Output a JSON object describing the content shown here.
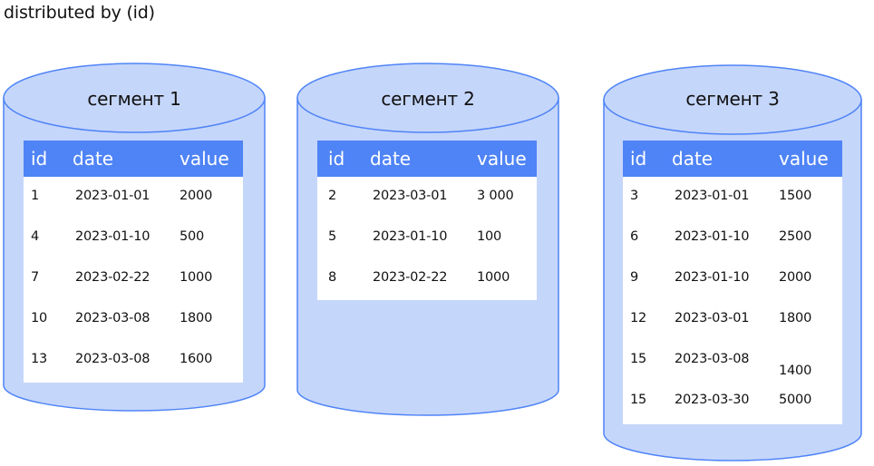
{
  "caption": "distributed by (id)",
  "segments": [
    {
      "title": "сегмент 1",
      "columns": [
        "id",
        "date",
        "value"
      ],
      "rows": [
        [
          "1",
          "2023-01-01",
          "2000"
        ],
        [
          "4",
          "2023-01-10",
          "500"
        ],
        [
          "7",
          "2023-02-22",
          "1000"
        ],
        [
          "10",
          "2023-03-08",
          "1800"
        ],
        [
          "13",
          "2023-03-08",
          "1600"
        ]
      ]
    },
    {
      "title": "сегмент 2",
      "columns": [
        "id",
        "date",
        "value"
      ],
      "rows": [
        [
          "2",
          "2023-03-01",
          "3 000"
        ],
        [
          "5",
          "2023-01-10",
          "100"
        ],
        [
          "8",
          "2023-02-22",
          "1000"
        ]
      ]
    },
    {
      "title": "сегмент 3",
      "columns": [
        "id",
        "date",
        "value"
      ],
      "rows": [
        [
          "3",
          "2023-01-01",
          "1500"
        ],
        [
          "6",
          "2023-01-10",
          "2500"
        ],
        [
          "9",
          "2023-01-10",
          "2000"
        ],
        [
          "12",
          "2023-03-01",
          "1800"
        ],
        [
          "15",
          "2023-03-08",
          "1400"
        ],
        [
          "15",
          "2023-03-30",
          "5000"
        ]
      ]
    }
  ],
  "colors": {
    "cylinder_fill": "#c5d6fb",
    "cylinder_stroke": "#4f84f7",
    "header_fill": "#4f84f7"
  }
}
